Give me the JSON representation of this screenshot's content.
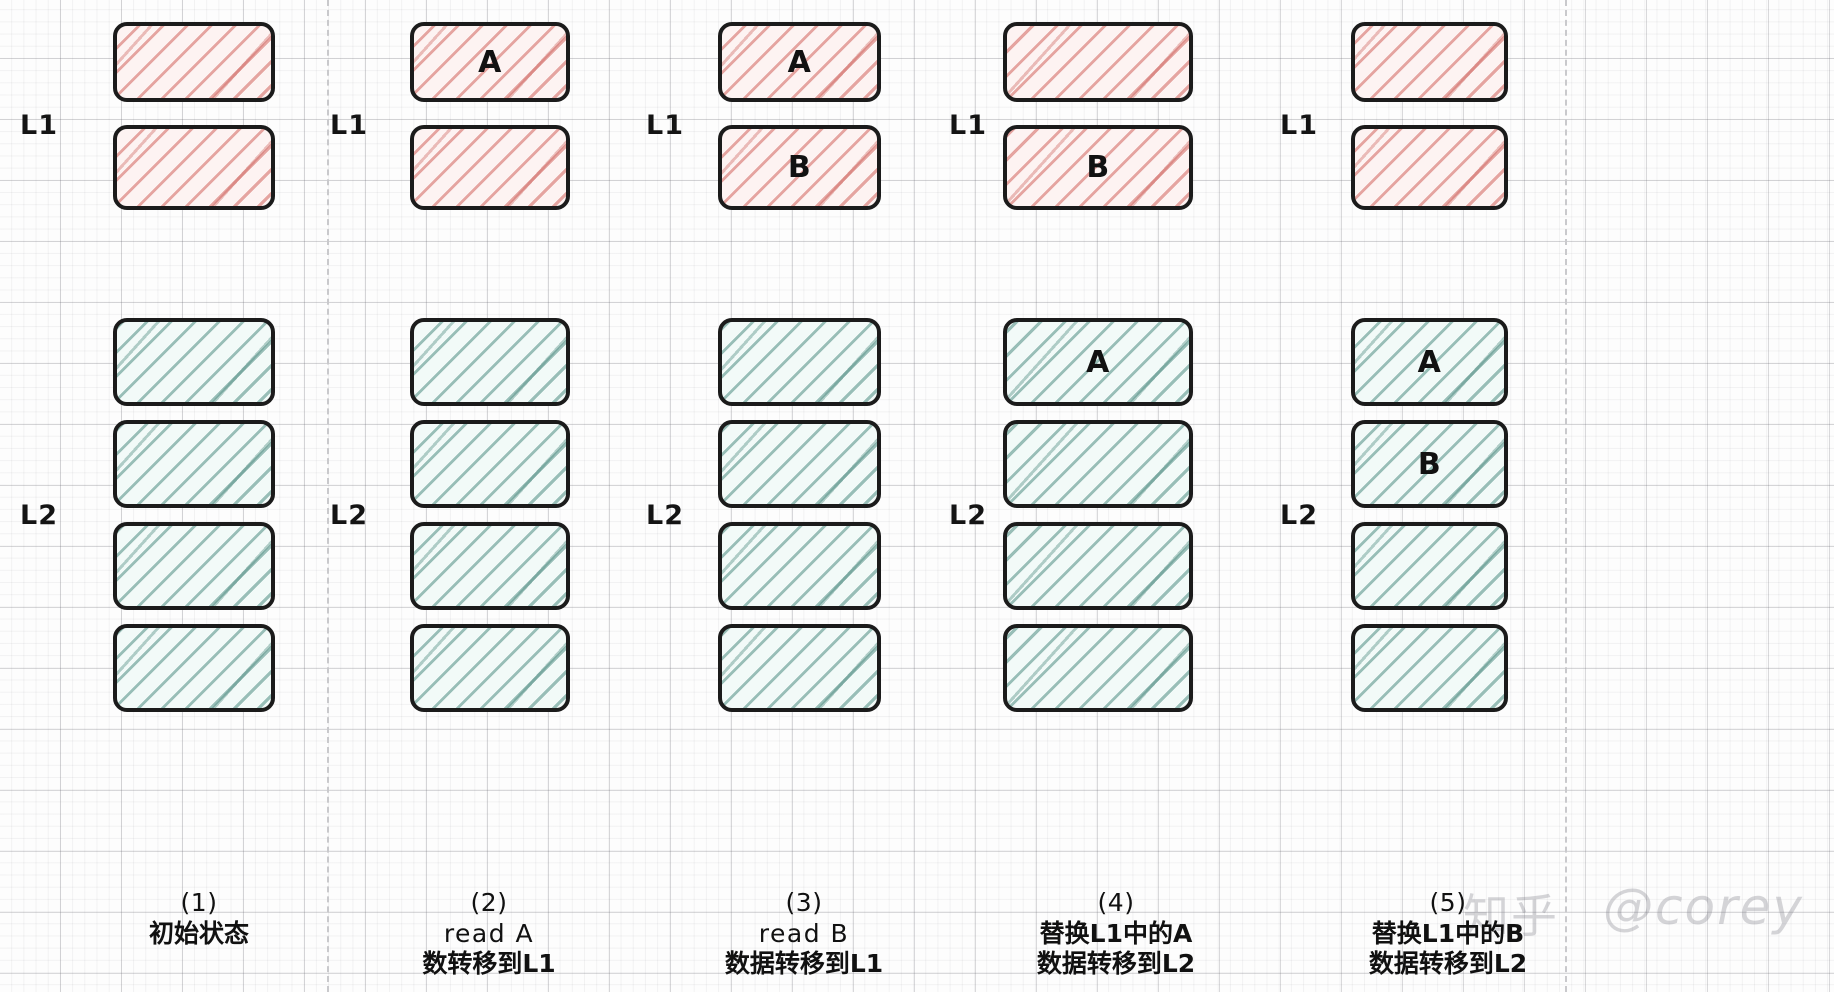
{
  "diagram": {
    "title": "L1/L2 cache replacement sequence",
    "levels": [
      {
        "key": "l1",
        "label": "L1"
      },
      {
        "key": "l2",
        "label": "L2"
      }
    ],
    "colors": {
      "l1_hatch": "#d6736e",
      "l1_fill": "#fdf3f2",
      "l2_hatch": "#5c968c",
      "l2_fill": "#f2faf8",
      "stroke": "#1b1b1b",
      "grid_minor": "#e6e6ea",
      "grid_major": "#d2d2d8",
      "separator": "#c9c9cc"
    },
    "columns": [
      {
        "index": "(1)",
        "caption_lines": [
          "初始状态"
        ],
        "l1": [
          "",
          ""
        ],
        "l2": [
          "",
          "",
          "",
          ""
        ]
      },
      {
        "index": "(2)",
        "caption_lines": [
          "read A",
          "数转移到L1"
        ],
        "l1": [
          "A",
          ""
        ],
        "l2": [
          "",
          "",
          "",
          ""
        ]
      },
      {
        "index": "(3)",
        "caption_lines": [
          "read B",
          "数据转移到L1"
        ],
        "l1": [
          "A",
          "B"
        ],
        "l2": [
          "",
          "",
          "",
          ""
        ]
      },
      {
        "index": "(4)",
        "caption_lines": [
          "替换L1中的A",
          "数据转移到L2"
        ],
        "l1": [
          "",
          "B"
        ],
        "l2": [
          "A",
          "",
          "",
          ""
        ]
      },
      {
        "index": "(5)",
        "caption_lines": [
          "替换L1中的B",
          "数据转移到L2"
        ],
        "l1": [
          "",
          ""
        ],
        "l2": [
          "A",
          "B",
          "",
          ""
        ]
      }
    ]
  },
  "watermark": {
    "logo": "知乎",
    "handle": "@corey"
  }
}
